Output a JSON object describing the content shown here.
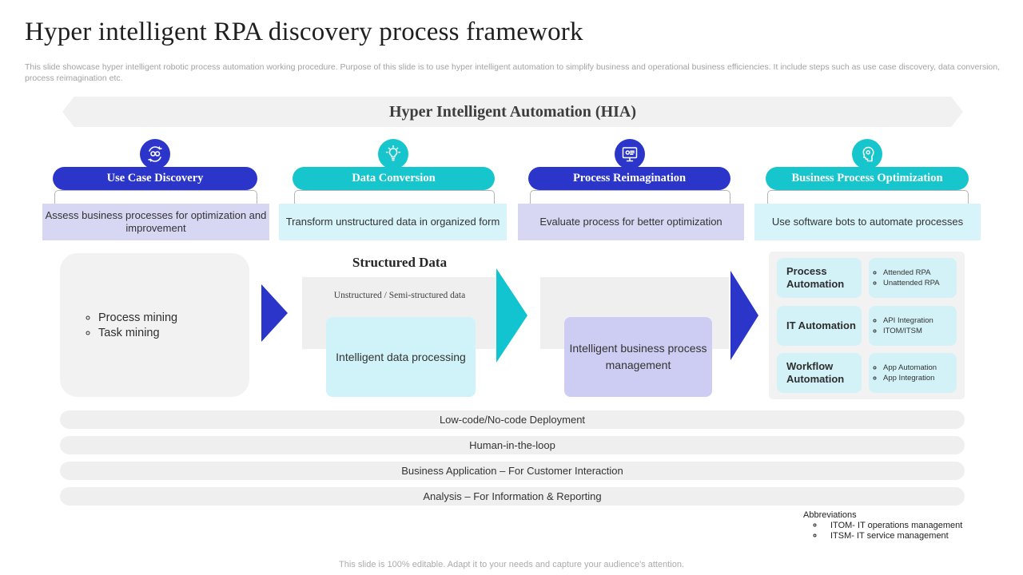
{
  "page": {
    "title": "Hyper intelligent RPA discovery process framework",
    "subtitle": "This slide showcase hyper intelligent robotic process automation working procedure. Purpose of this slide is to use hyper intelligent automation to simplify business and operational business efficiencies. It include steps such as use case discovery, data conversion, process reimagination etc.",
    "banner_title": "Hyper Intelligent Automation (HIA)",
    "footer_note": "This slide is 100% editable. Adapt it to your needs and capture your audience's attention."
  },
  "steps": [
    {
      "label": "Use Case Discovery",
      "description": "Assess business processes for optimization and improvement",
      "icon": "discovery-icon"
    },
    {
      "label": "Data Conversion",
      "description": "Transform  unstructured data in organized form",
      "icon": "bulb-gear-icon"
    },
    {
      "label": "Process Reimagination",
      "description": "Evaluate  process for better optimization",
      "icon": "monitor-gear-icon"
    },
    {
      "label": "Business Process Optimization",
      "description": "Use software  bots to automate processes",
      "icon": "head-gear-icon"
    }
  ],
  "flow": {
    "mining": {
      "items": [
        "Process mining",
        "Task mining"
      ]
    },
    "structured_data_heading": "Structured Data",
    "unstructured_label": "Unstructured / Semi-structured data",
    "intelligent_data_processing": "Intelligent data processing",
    "intelligent_bpm": "Intelligent  business process management",
    "automation_groups": [
      {
        "label": "Process Automation",
        "items": [
          "Attended RPA",
          "Unattended RPA"
        ]
      },
      {
        "label": "IT Automation",
        "items": [
          "API Integration",
          "ITOM/ITSM"
        ]
      },
      {
        "label": "Workflow Automation",
        "items": [
          "App Automation",
          "App Integration"
        ]
      }
    ]
  },
  "capability_bars": [
    "Low-code/No-code Deployment",
    "Human-in-the-loop",
    "Business Application – For Customer Interaction",
    "Analysis – For Information & Reporting"
  ],
  "abbreviations": {
    "heading": "Abbreviations",
    "items": [
      "ITOM- IT operations management",
      "ITSM- IT service management"
    ]
  },
  "colors": {
    "accent_blue": "#2B35C9",
    "accent_teal": "#17C5CD",
    "light_lavender": "#D7D6F3",
    "light_cyan": "#D6F4FA",
    "panel_gray": "#F1F1F1"
  }
}
